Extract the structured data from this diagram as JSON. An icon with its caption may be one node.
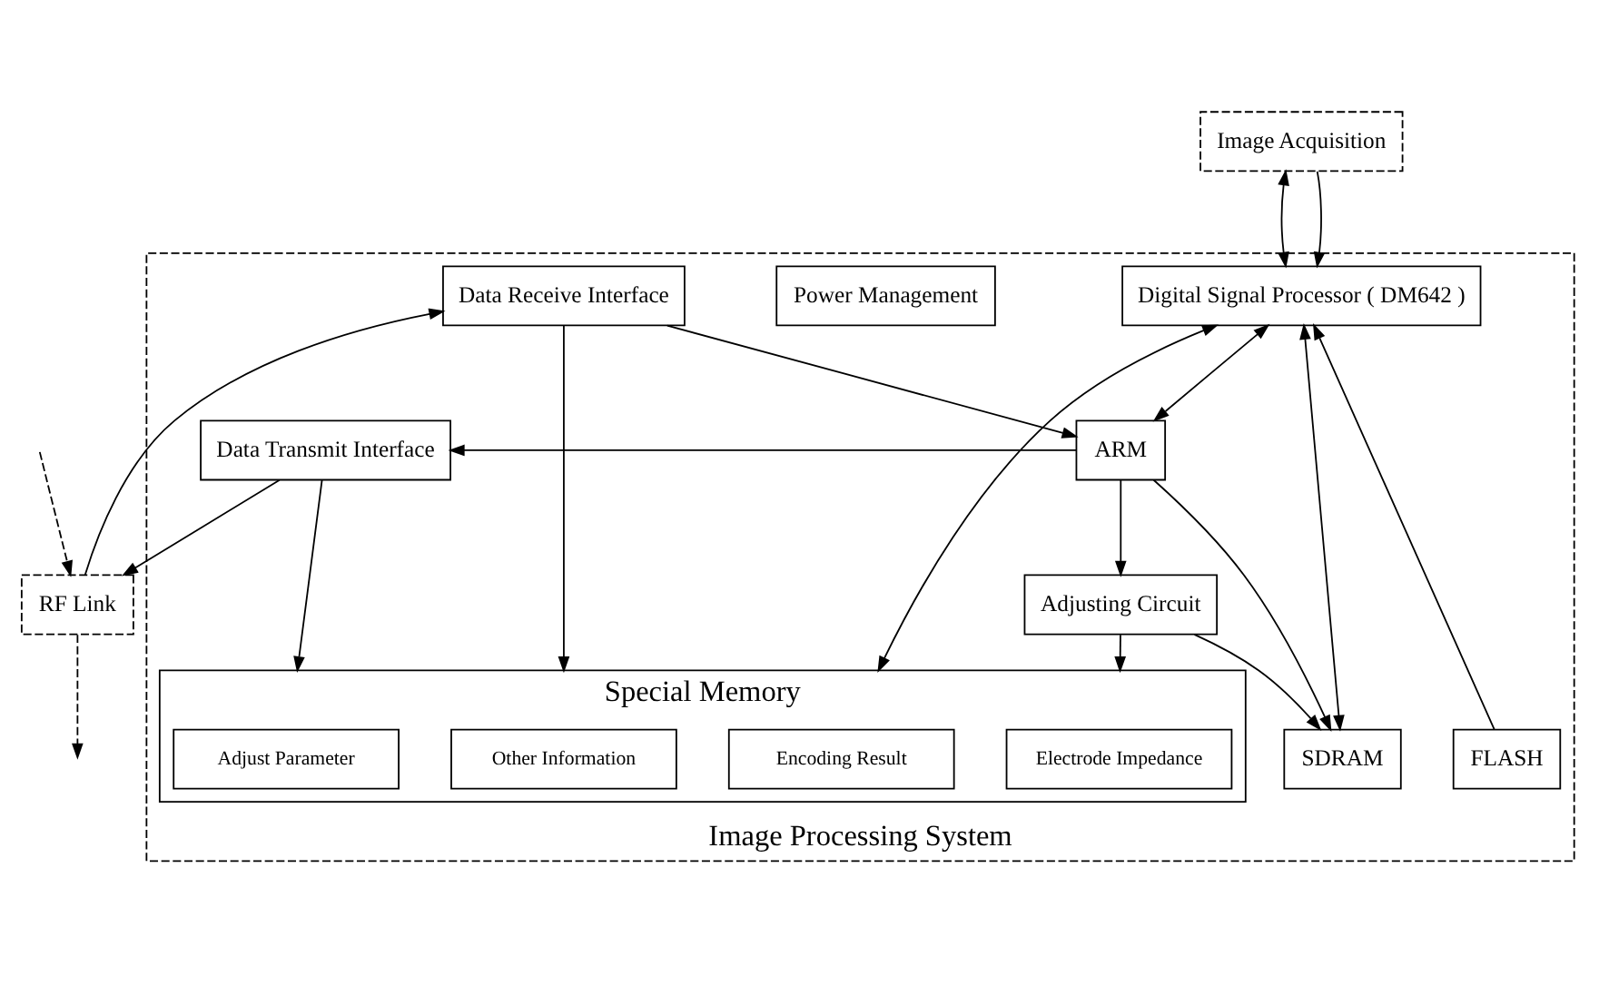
{
  "diagram": {
    "nodes": [
      {
        "text": [
          "Image Processing System"
        ]
      },
      {
        "text": [
          "Image Acquisition"
        ]
      },
      {
        "text": [
          "Digital Signal Processor ( DM642 )"
        ],
        "in": 0
      },
      {
        "text": [
          "Power Management"
        ],
        "in": 0
      },
      {
        "text": [
          "FLASH"
        ],
        "in": 0
      },
      {
        "text": [
          "SDRAM"
        ],
        "in": 0
      },
      {
        "text": [
          "Special Memory"
        ],
        "in": 0
      },
      {
        "text": [
          "Encoding Result"
        ],
        "in": 6
      },
      {
        "text": [
          "Electrode Impedance"
        ],
        "in": 6
      },
      {
        "text": [
          "Adjust Parameter"
        ],
        "in": 6
      },
      {
        "text": [
          "Other Information"
        ],
        "in": 6
      },
      {
        "text": [
          "Adjusting Circuit"
        ],
        "in": 0
      },
      {
        "text": [
          "ARM"
        ],
        "in": 0
      },
      {
        "text": [
          "Data Transmit Interface"
        ],
        "in": 0
      },
      {
        "text": [
          "Data Receive Interface"
        ],
        "in": 0
      },
      {
        "text": [
          "RF Link"
        ]
      }
    ],
    "edges": [
      {
        "from": 1,
        "to": 2,
        "arrow": "both"
      },
      {
        "from": 1,
        "to": 2,
        "arrow": "to"
      },
      {
        "from": 4,
        "to": 2,
        "arrow": "to"
      },
      {
        "from": 5,
        "to": 2,
        "arrow": "both"
      },
      {
        "from": 2,
        "to": 6,
        "arrow": "both"
      },
      {
        "from": 2,
        "to": 12,
        "arrow": "both"
      },
      {
        "from": 11,
        "to": 5,
        "arrow": "to"
      },
      {
        "from": 12,
        "to": 11,
        "arrow": "to"
      },
      {
        "from": 11,
        "to": 6,
        "arrow": "to"
      },
      {
        "from": 12,
        "to": 5,
        "arrow": "to"
      },
      {
        "from": 12,
        "to": 13,
        "arrow": "to"
      },
      {
        "from": 13,
        "to": 6,
        "arrow": "to"
      },
      {
        "from": 13,
        "to": 15,
        "arrow": "to"
      },
      {
        "from": 15,
        "to": 14,
        "arrow": "to"
      },
      {
        "from": 14,
        "to": 12,
        "arrow": "to"
      },
      {
        "from": 14,
        "to": 6,
        "arrow": "to"
      },
      {
        "from": null,
        "to": 15,
        "arrow": "to",
        "style": "dashed"
      },
      {
        "from": 15,
        "to": null,
        "arrow": "to",
        "style": "dashed"
      }
    ]
  }
}
